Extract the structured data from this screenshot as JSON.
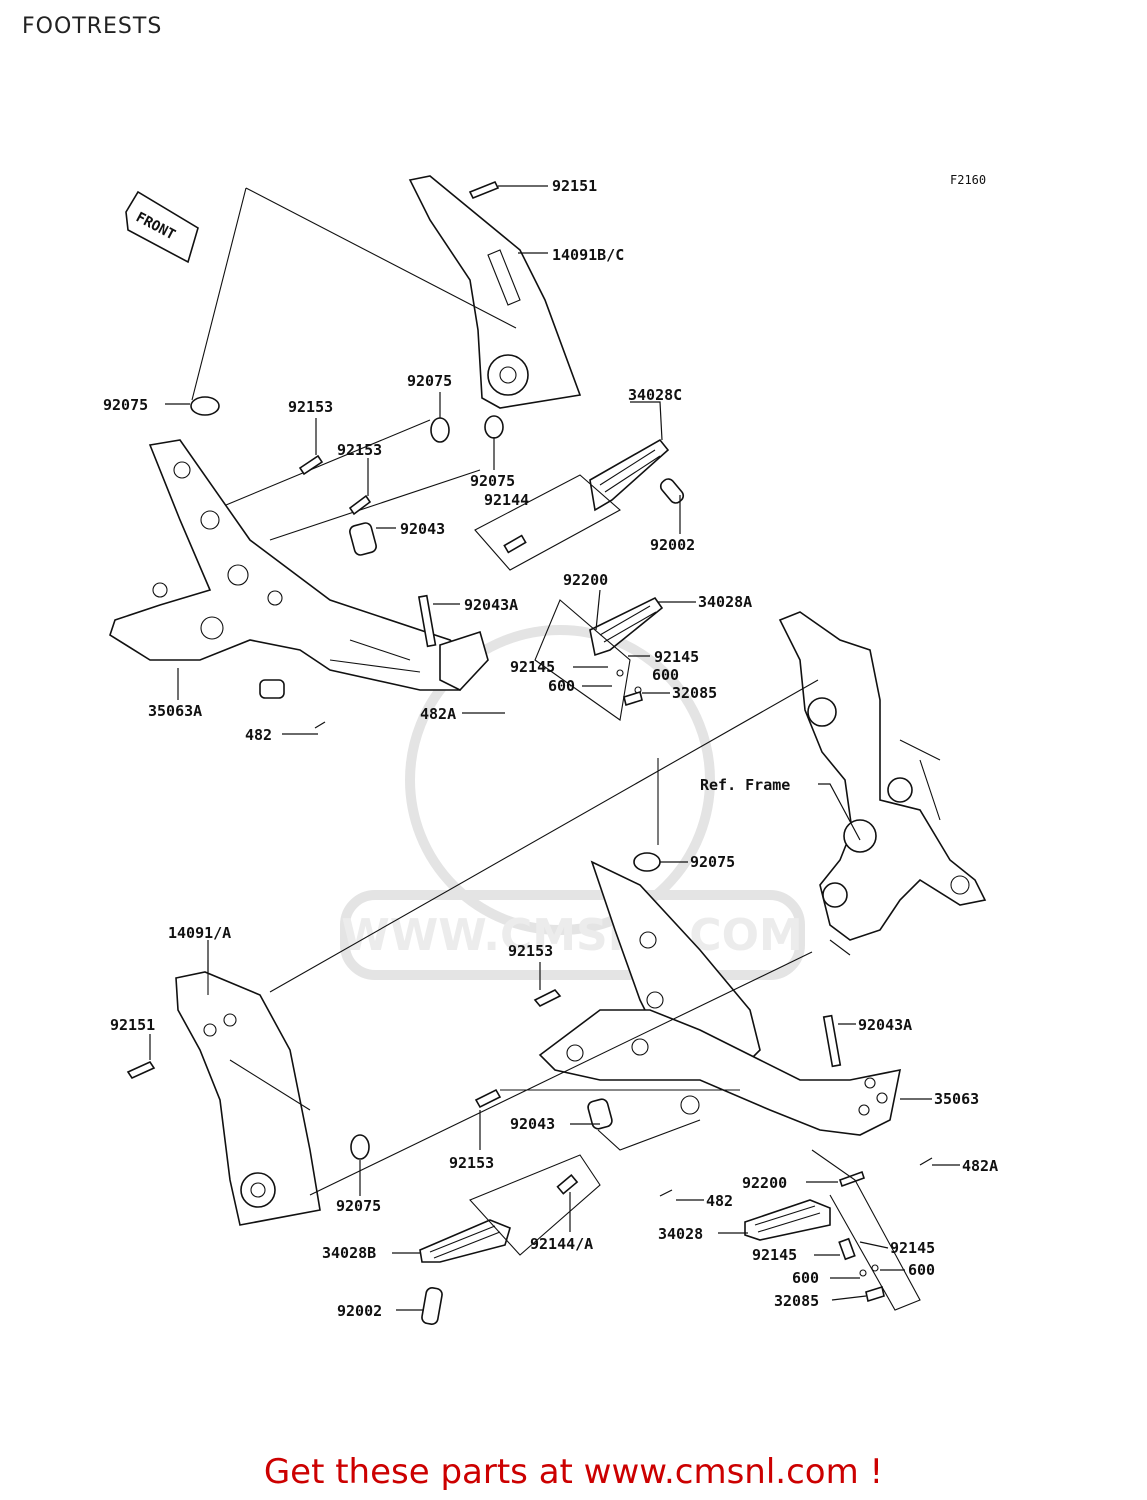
{
  "header": {
    "title": "FOOTRESTS"
  },
  "figure_code": "F2160",
  "front_arrow": "FRONT",
  "labels": {
    "l92151_top": "92151",
    "l14091bc": "14091B/C",
    "l92075_left": "92075",
    "l92153_a": "92153",
    "l92075_mid": "92075",
    "l34028c": "34028C",
    "l92153_b": "92153",
    "l92075_b": "92075",
    "l92144": "92144",
    "l92043": "92043",
    "l92002_top": "92002",
    "l92200_top": "92200",
    "l92043a_top": "92043A",
    "l34028a": "34028A",
    "l92145_a": "92145",
    "l92145_b": "92145",
    "l600_a": "600",
    "l600_b": "600",
    "l32085_top": "32085",
    "l35063a": "35063A",
    "l482a_top": "482A",
    "l482_top": "482",
    "ref_frame": "Ref. Frame",
    "l92075_c": "92075",
    "l14091a": "14091/A",
    "l92153_c": "92153",
    "l92151_bot": "92151",
    "l92043a_bot": "92043A",
    "l35063": "35063",
    "l92043_bot": "92043",
    "l92153_d": "92153",
    "l482a_bot": "482A",
    "l92075_d": "92075",
    "l92200_bot": "92200",
    "l482_bot": "482",
    "l34028": "34028",
    "l92145_c": "92145",
    "l92145_d": "92145",
    "l34028b": "34028B",
    "l92144a": "92144/A",
    "l600_c": "600",
    "l600_d": "600",
    "l32085_bot": "32085",
    "l92002_bot": "92002"
  },
  "watermark": "WWW.CMSNL.COM",
  "footer": {
    "cta": "Get these parts at www.cmsnl.com !"
  },
  "colors": {
    "cta": "#cc0000",
    "lines": "#111111",
    "watermark": "#e4e4e4"
  }
}
